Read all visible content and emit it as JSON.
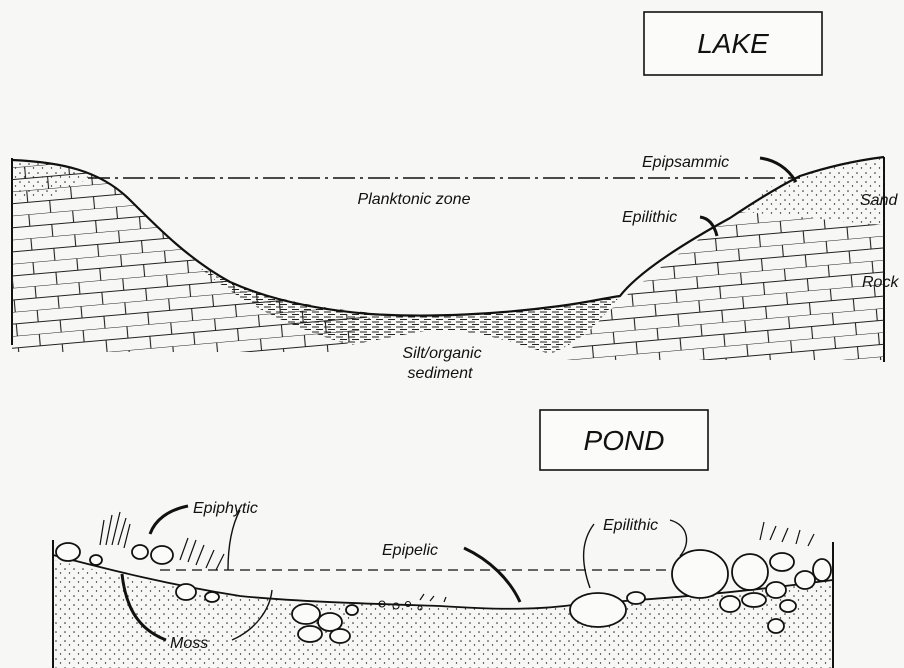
{
  "lake": {
    "title": "LAKE",
    "labels": {
      "planktonic": "Planktonic zone",
      "epipsammic": "Epipsammic",
      "epilithic": "Epilithic",
      "sand": "Sand",
      "rock": "Rock",
      "sediment_line1": "Silt/organic",
      "sediment_line2": "sediment"
    }
  },
  "pond": {
    "title": "POND",
    "labels": {
      "epiphytic": "Epiphytic",
      "epipelic": "Epipelic",
      "epilithic": "Epilithic",
      "moss": "Moss"
    }
  }
}
